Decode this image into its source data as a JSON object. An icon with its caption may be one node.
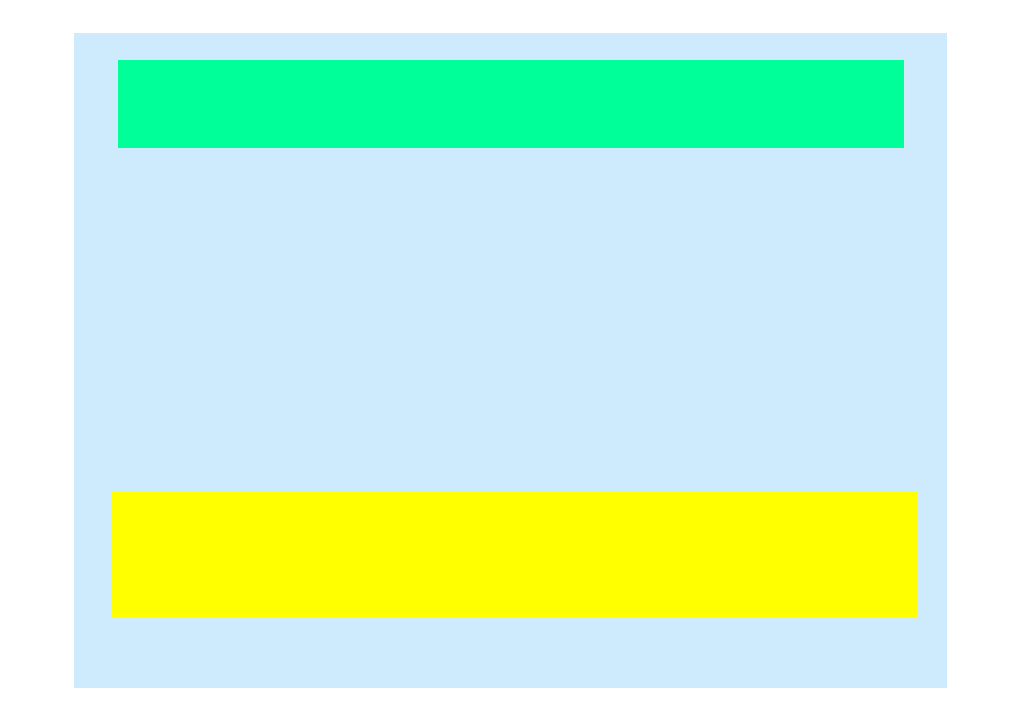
{
  "diagram": {
    "nodes": [
      {
        "text": [],
        "shape": "box"
      },
      {
        "text": [],
        "shape": "box",
        "in": 0
      },
      {
        "text": [],
        "shape": "box",
        "in": 0
      }
    ]
  }
}
